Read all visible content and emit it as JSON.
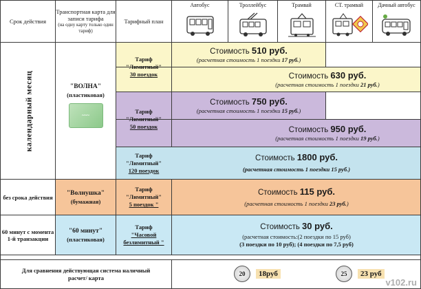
{
  "header": {
    "period_col": "Срок действия",
    "card_col": "Транспортная карта для записи тарифа",
    "card_col_note": "(на одну карту только один тариф)",
    "plan_col": "Тарифный план",
    "vehicles": [
      {
        "label": "Автобус",
        "icon": "bus-icon"
      },
      {
        "label": "Троллейбус",
        "icon": "trolleybus-icon"
      },
      {
        "label": "Трамвай",
        "icon": "tram-icon"
      },
      {
        "label": "СТ. трамвай",
        "icon": "express-tram-icon"
      },
      {
        "label": "Дачный автобус",
        "icon": "country-bus-icon"
      }
    ]
  },
  "section_month": {
    "period": "календарный месяц",
    "card_name": "\"ВОЛНА\"",
    "card_type": "(пластиковая)",
    "plans": [
      {
        "l1": "Тариф",
        "l2": "\"Лимитный\"",
        "l3": "30 поездок",
        "price_prefix": "Стоимость",
        "price": "510 руб.",
        "note": "(расчетная стоимость 1 поездки",
        "note_val": "17 руб.",
        "note_end": ")"
      },
      {
        "price_prefix": "Стоимость",
        "price": "630 руб.",
        "note": "(расчетная стоимость 1 поездки",
        "note_val": "21 руб.",
        "note_end": ")"
      },
      {
        "l1": "Тариф",
        "l2": "\"Лимитный\"",
        "l3": "50 поездок",
        "price_prefix": "Стоимость",
        "price": "750 руб.",
        "note": "(расчетная стоимость 1 поездки",
        "note_val": "15 руб.",
        "note_end": ")"
      },
      {
        "price_prefix": "Стоимость",
        "price": "950 руб.",
        "note": "(расчетная стоимость 1 поездки",
        "note_val": "19 руб.",
        "note_end": ")"
      },
      {
        "l1": "Тариф",
        "l2": "\"Лимитный\"",
        "l3": "120 поездок",
        "price_prefix": "Стоимость",
        "price": "1800 руб.",
        "note": "(расчетная стоимость 1 поездки 15 руб.)"
      }
    ]
  },
  "section_unlimited": {
    "period": "без срока действия",
    "card_name": "\"Волнушка\"",
    "card_type": "(бумажная)",
    "l1": "Тариф",
    "l2": "\"Лимитный\"",
    "l3": "5 поездок \"",
    "price_prefix": "Стоимость",
    "price": "115 руб.",
    "note": "(расчетная стоимость 1 поездки",
    "note_val": "23 руб.",
    "note_end": ")"
  },
  "section_hour": {
    "period": "60 минут с момента 1-й транзакции",
    "card_name": "\"60 минут\"",
    "card_type": "(пластиковая)",
    "l1": "Тариф",
    "l2": "\"Часовой безлимитный \"",
    "price_prefix": "Стоимость",
    "price": "30 руб.",
    "calc1": "(расчетная стоимость:(2 поездки по 15 руб)",
    "calc2": "(3 поездки по 10 руб);  (4 поездки по  7,5 руб)"
  },
  "compare": {
    "label": "Для сравнения действующая система наличный расчет/ карта",
    "coin1": "20",
    "price1": "18руб",
    "coin2": "25",
    "price2": "23 руб"
  },
  "watermark": "v102.ru",
  "colors": {
    "yellow": "#fbf6c9",
    "purple": "#cbb9dc",
    "blue": "#c4e3ee",
    "orange": "#f6c59a",
    "lightblue": "#c9e8f4"
  }
}
